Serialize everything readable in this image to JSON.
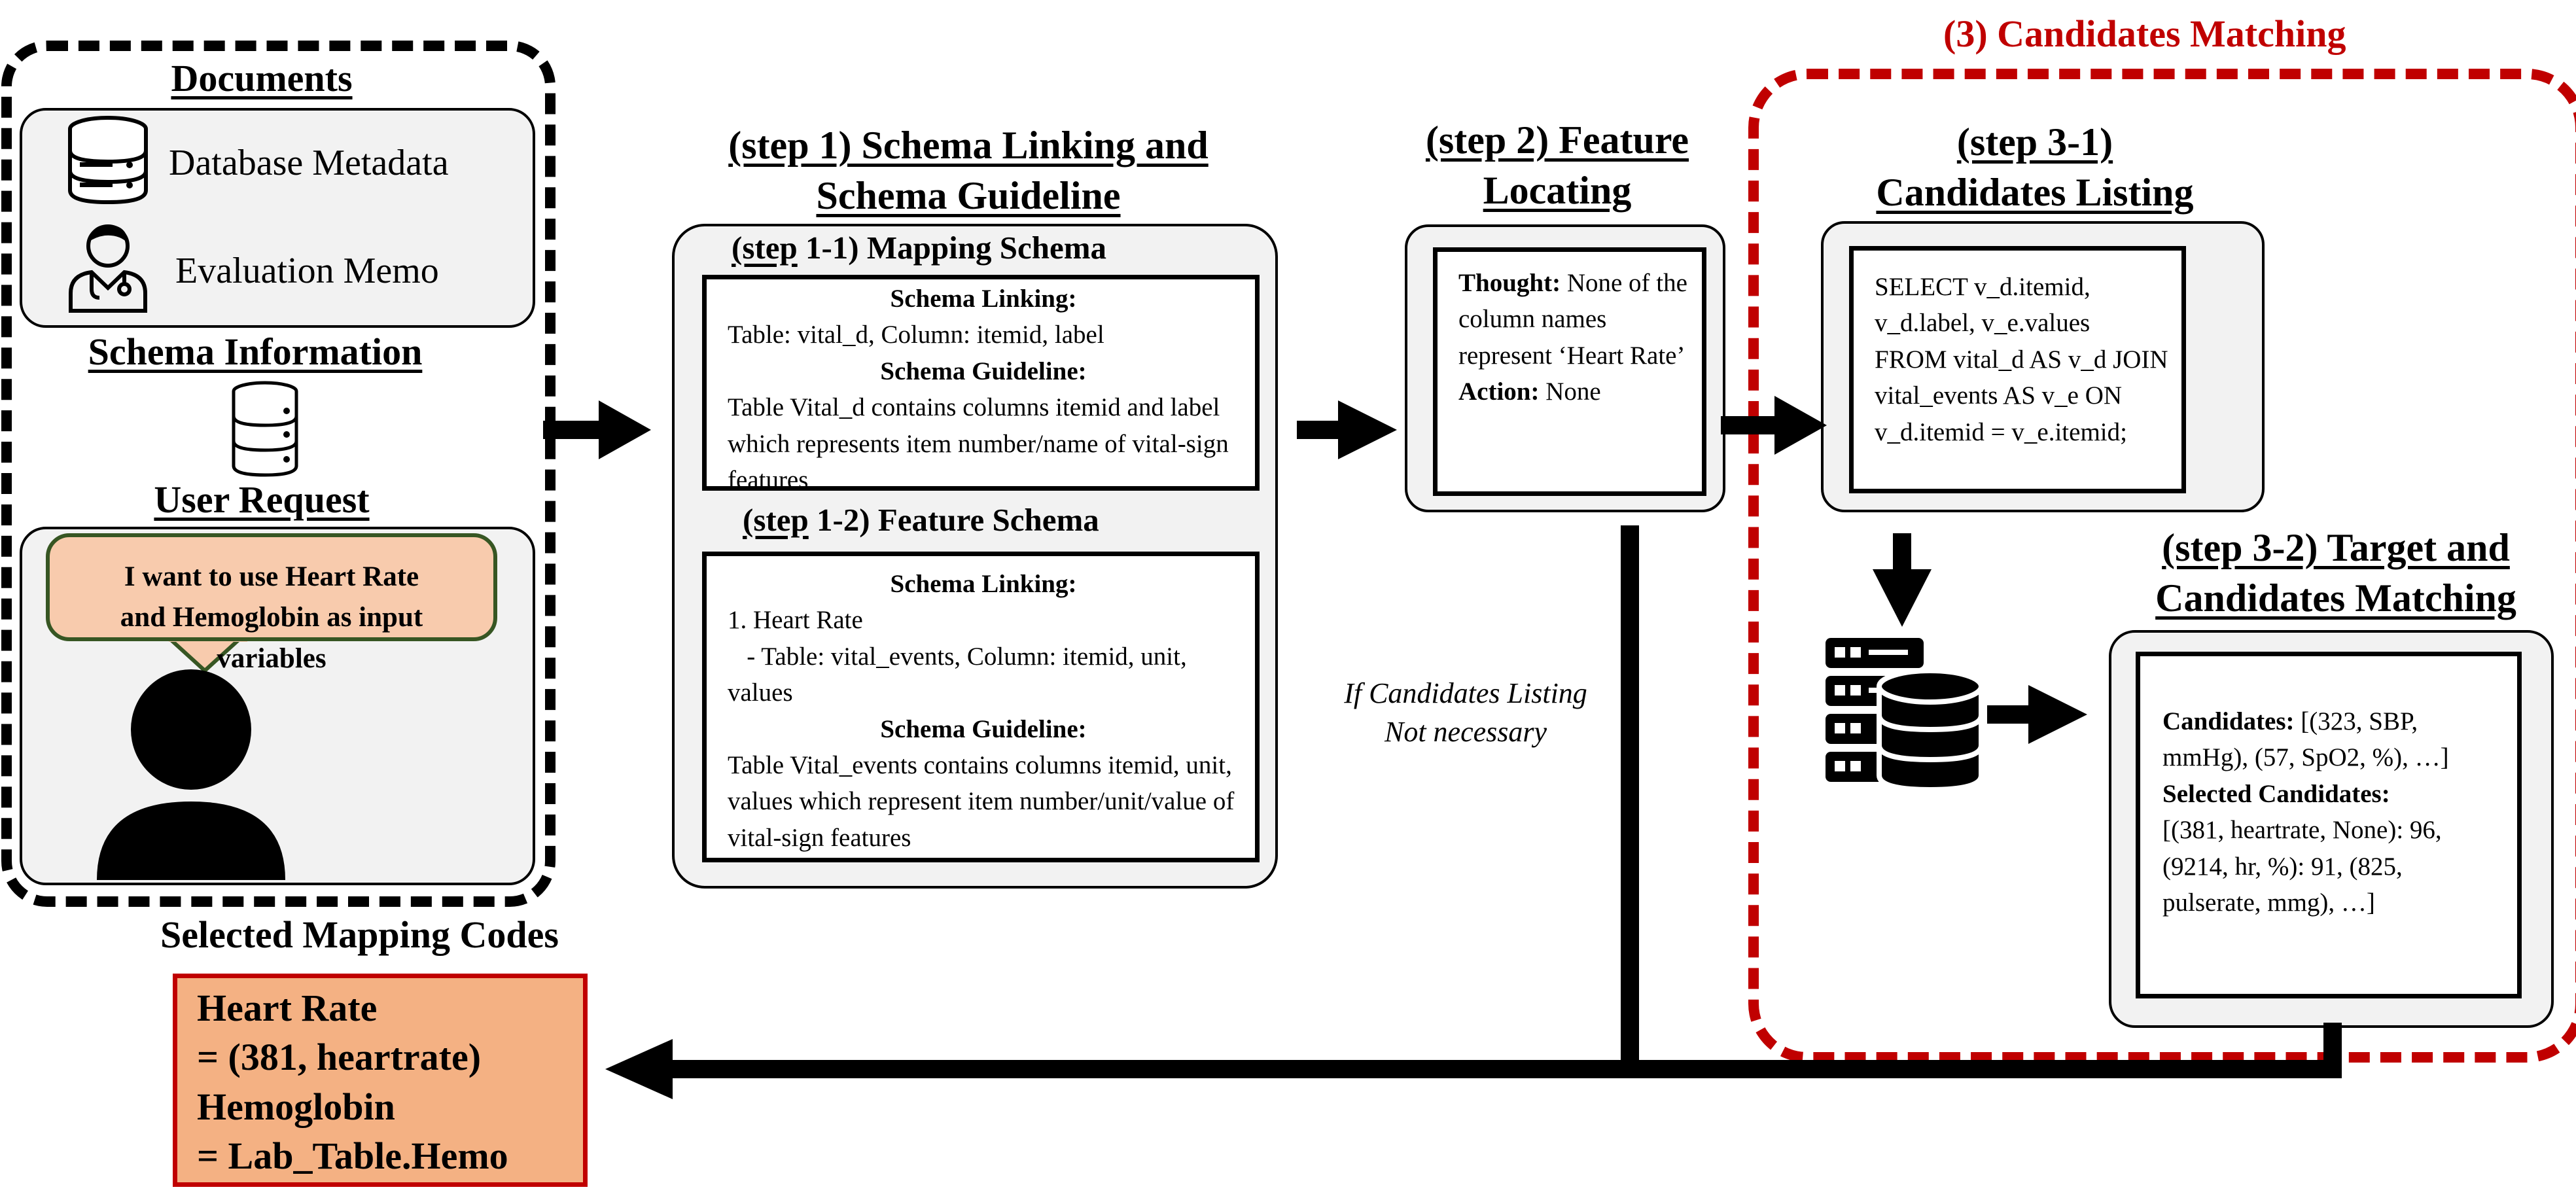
{
  "left": {
    "documents_title": "Documents",
    "doc_items": [
      "Database Metadata",
      "Evaluation Memo"
    ],
    "schema_title": "Schema Information",
    "user_request_title": "User Request",
    "speech": "I want to use Heart Rate and Hemoglobin as input variables"
  },
  "mapping_codes": {
    "title": "Selected Mapping Codes",
    "lines": [
      "Heart Rate",
      "= (381, heartrate)",
      "Hemoglobin",
      "= Lab_Table.Hemo"
    ]
  },
  "step1": {
    "title_line1": "(step 1) Schema Linking and",
    "title_line2": "Schema Guideline",
    "sub1": {
      "label_ul": "(step",
      "label_rest": " 1-1) Mapping Schema",
      "linking_head": "Schema Linking:",
      "linking_text": "Table: vital_d, Column: itemid, label",
      "guide_head": "Schema Guideline:",
      "guide_text": "Table Vital_d contains columns itemid and label which represents item number/name of vital-sign features"
    },
    "sub2": {
      "label_ul": "(step",
      "label_rest": " 1-2) Feature Schema",
      "linking_head": "Schema Linking:",
      "linking_line1": "1. Heart Rate",
      "linking_line2": "   - Table: vital_events, Column: itemid, unit, values",
      "guide_head": "Schema Guideline:",
      "guide_text": "Table Vital_events contains columns itemid, unit, values which represent item number/unit/value of vital-sign features"
    }
  },
  "step2": {
    "title_line1": "(step 2) Feature",
    "title_line2": "Locating",
    "thought_label": "Thought:",
    "thought_text": " None of the column names represent ‘Heart Rate’",
    "action_label": "Action:",
    "action_text": " None",
    "note_line1": "If Candidates Listing",
    "note_line2": "Not necessary"
  },
  "step3": {
    "group_title": "(3) Candidates Matching",
    "s31_line1": "(step 3-1)",
    "s31_line2": "Candidates Listing",
    "sql": "SELECT v_d.itemid, v_d.label, v_e.values FROM vital_d AS v_d JOIN vital_events AS v_e ON v_d.itemid = v_e.itemid;",
    "s32_line1": "(step 3-2) Target and",
    "s32_line2": "Candidates Matching",
    "cand_label": "Candidates:",
    "cand_text": " [(323, SBP, mmHg), (57, SpO2, %), …]",
    "sel_label": "Selected Candidates:",
    "sel_text": "[(381, heartrate, None): 96, (9214, hr, %): 91, (825, pulserate, mmg), …]"
  },
  "icons": [
    "database-icon",
    "doctor-icon",
    "database-icon",
    "user-silhouette-icon",
    "server-database-icon"
  ],
  "colors": {
    "red_dash": "#c00000",
    "panel_gray": "#f2f2f2",
    "speech_fill": "#f8cbad",
    "speech_border": "#375623",
    "mapping_fill": "#f4b183",
    "mapping_border": "#c00000"
  }
}
